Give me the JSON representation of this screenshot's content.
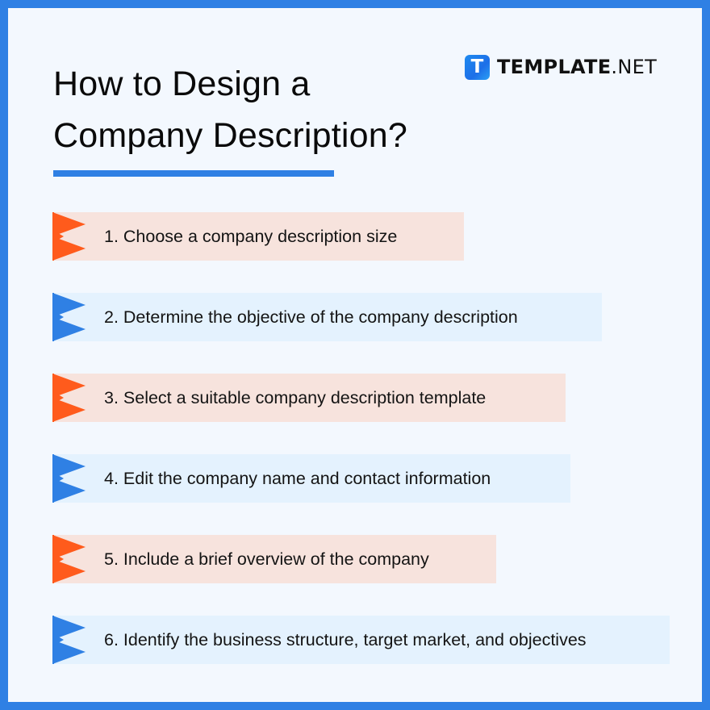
{
  "header": {
    "title_line1": "How to Design a",
    "title_line2": "Company Description?"
  },
  "brand": {
    "icon": "template-logo-icon",
    "icon_letter": "T",
    "name_bold": "TEMPLATE",
    "name_light": ".NET"
  },
  "colors": {
    "border": "#2F80E4",
    "background": "#F3F8FE",
    "orange_flag": "#FF5B1C",
    "orange_box": "#F7E3DD",
    "blue_flag": "#2F80E4",
    "blue_box": "#E4F2FE"
  },
  "steps": [
    {
      "label": "1. Choose a company description size",
      "theme": "orange",
      "icon": "flag-icon"
    },
    {
      "label": "2. Determine the objective of the company description",
      "theme": "blue",
      "icon": "flag-icon"
    },
    {
      "label": "3. Select a suitable company description template",
      "theme": "orange",
      "icon": "flag-icon"
    },
    {
      "label": "4. Edit the company name and contact information",
      "theme": "blue",
      "icon": "flag-icon"
    },
    {
      "label": "5. Include a brief overview of the company",
      "theme": "orange",
      "icon": "flag-icon"
    },
    {
      "label": "6. Identify the business structure, target market, and objectives",
      "theme": "blue",
      "icon": "flag-icon"
    }
  ]
}
